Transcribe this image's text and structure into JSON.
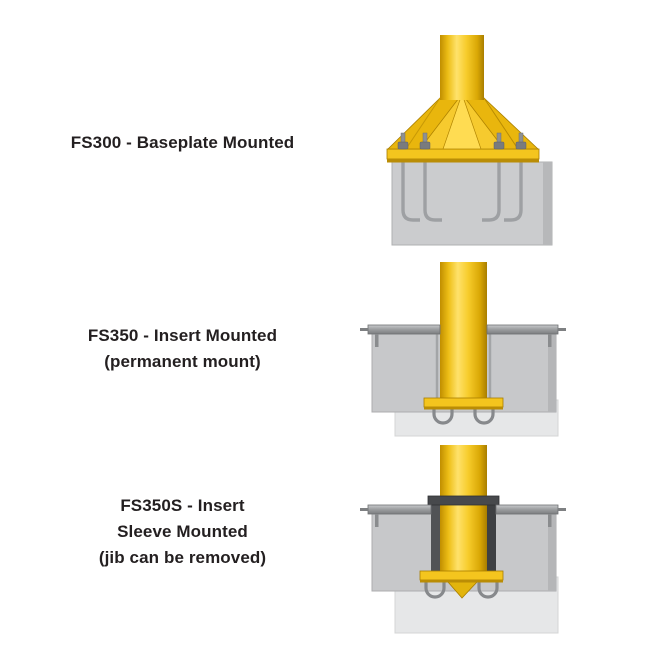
{
  "page": {
    "background": "#ffffff",
    "description_labels_visible": true
  },
  "colors": {
    "column_yellow": "#F4C51E",
    "plate_yellow_edge": "#BA8D05",
    "gusset_yellow": "#E9B60D",
    "concrete_gray": "#C7C8CA",
    "grout_light_gray": "#E6E7E8",
    "steel_plate_gray": "#9EA0A2",
    "bolt_gray": "#87898C",
    "sleeve_dark": "#47494C",
    "text": "#231F20"
  },
  "figures": [
    {
      "id": "fs300",
      "label_lines": [
        "FS300 - Baseplate Mounted"
      ],
      "illustration": "baseplate-mounted-jib-foundation"
    },
    {
      "id": "fs350",
      "label_lines": [
        "FS350 - Insert Mounted",
        "(permanent mount)"
      ],
      "illustration": "insert-mounted-jib-foundation"
    },
    {
      "id": "fs350s",
      "label_lines": [
        "FS350S - Insert",
        "Sleeve Mounted",
        "(jib can be removed)"
      ],
      "illustration": "insert-sleeve-mounted-jib-foundation"
    }
  ]
}
